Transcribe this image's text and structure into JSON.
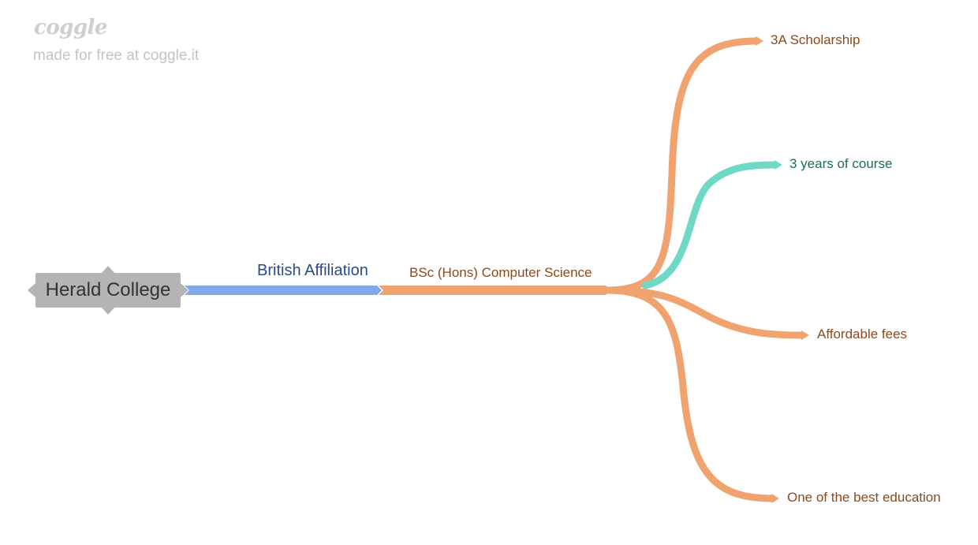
{
  "watermark": {
    "logo": "coggle",
    "tagline": "made for free at coggle.it"
  },
  "colors": {
    "root_fill": "#b4b4b4",
    "root_text": "#333333",
    "blue_branch": "#82a8e8",
    "blue_text": "#2d4a84",
    "orange_branch": "#f0a36e",
    "orange_text": "#8a4a1d",
    "teal_branch": "#6fd8c6",
    "teal_text": "#236a5e"
  },
  "mindmap": {
    "root": {
      "label": "Herald College"
    },
    "level1": {
      "label": "British Affiliation"
    },
    "level2": {
      "label": "BSc (Hons) Computer Science"
    },
    "leaves": [
      {
        "label": "3A Scholarship"
      },
      {
        "label": "3 years of course"
      },
      {
        "label": "Affordable fees"
      },
      {
        "label": "One of the best education"
      }
    ]
  }
}
